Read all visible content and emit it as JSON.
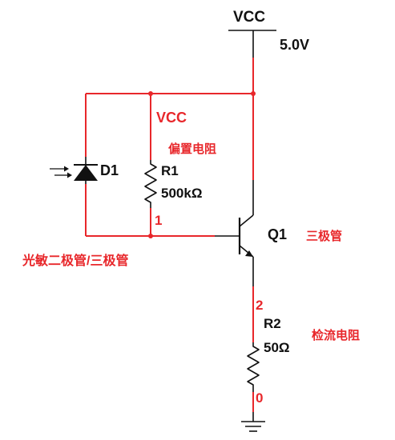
{
  "power": {
    "name": "VCC",
    "voltage": "5.0V"
  },
  "net_labels": {
    "vcc": "VCC",
    "n1": "1",
    "n2": "2",
    "n0": "0"
  },
  "components": {
    "d1": {
      "ref": "D1",
      "note": "光敏二极管/三极管"
    },
    "r1": {
      "ref": "R1",
      "value": "500kΩ",
      "note": "偏置电阻"
    },
    "q1": {
      "ref": "Q1",
      "note": "三极管"
    },
    "r2": {
      "ref": "R2",
      "value": "50Ω",
      "note": "检流电阻"
    }
  },
  "colors": {
    "wire_red": "#e8272b",
    "component_black": "#111111",
    "background": "#ffffff"
  }
}
